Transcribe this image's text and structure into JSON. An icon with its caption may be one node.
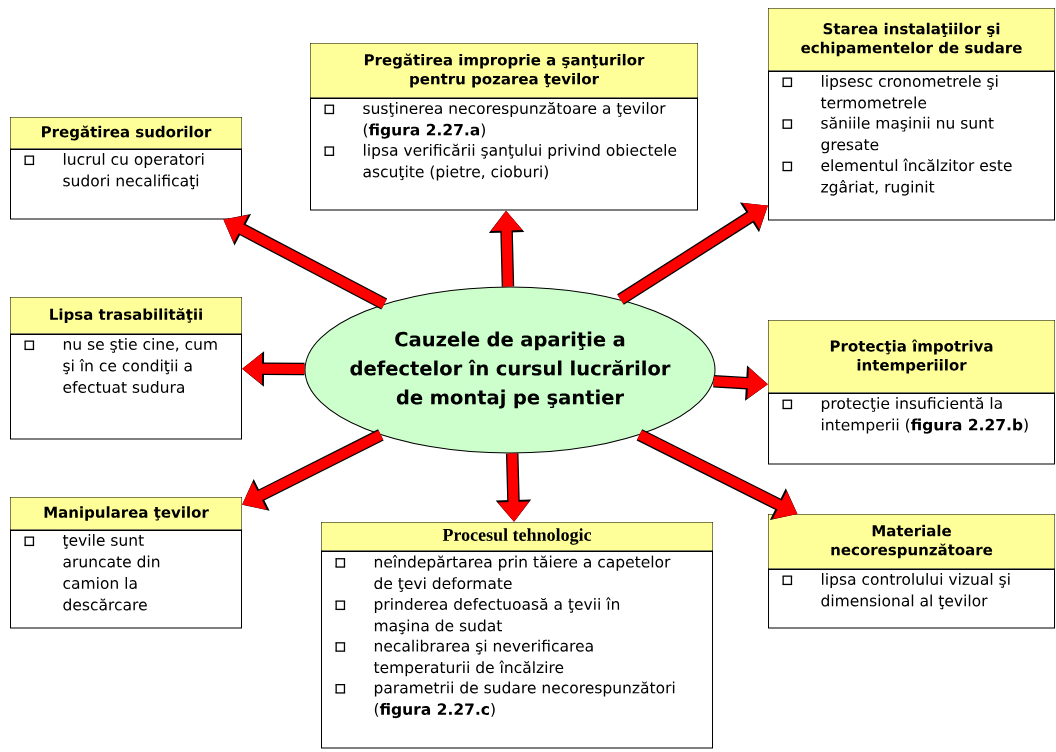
{
  "diagram": {
    "nodes": [
      {
        "text": [
          "Cauzele de apariţie a defectelor în cursul lucrărilor de montaj pe şantier"
        ]
      },
      {
        "text": [
          "Pregătirea improprie a şanţurilor pentru pozarea ţevilor",
          "susţinerea necorespunzătoare a ţevilor (**figura 2.27.a**)",
          "lipsa verificării şanţului privind obiectele ascuţite (pietre, cioburi)"
        ]
      },
      {
        "text": [
          "Starea instalaţiilor şi echipamentelor de sudare",
          "lipsesc cronometrele şi termometrele",
          "săniile maşinii nu sunt gresate",
          "elementul încălzitor este zgâriat, ruginit"
        ]
      },
      {
        "text": [
          "Pregătirea sudorilor",
          "lucrul cu operatori sudori necalificaţi"
        ]
      },
      {
        "text": [
          "Lipsa trasabilităţii",
          "nu se ştie cine, cum şi în ce condiţii a efectuat sudura"
        ]
      },
      {
        "text": [
          "Protecţia împotriva intemperiilor",
          "protecţie insuficientă la intemperii (**figura 2.27.b**)"
        ]
      },
      {
        "text": [
          "Manipularea ţevilor",
          "ţevile sunt aruncate din camion la descărcare"
        ]
      },
      {
        "text": [
          "Procesul tehnologic",
          "neîndepărtarea prin tăiere a capetelor de ţevi deformate",
          "prinderea defectuoasă a ţevii în maşina de sudat",
          "necalibrarea şi neverificarea temperaturii de încălzire",
          "parametrii de sudare necorespunzători (**figura 2.27.c**)"
        ]
      },
      {
        "text": [
          "Materiale necorespunzătoare",
          "lipsa controlului vizual şi dimensional al ţevilor"
        ]
      }
    ],
    "edges": [
      {
        "from": 0,
        "to": 1,
        "arrow": "to"
      },
      {
        "from": 0,
        "to": 2,
        "arrow": "to"
      },
      {
        "from": 0,
        "to": 3,
        "arrow": "to"
      },
      {
        "from": 0,
        "to": 4,
        "arrow": "to"
      },
      {
        "from": 0,
        "to": 5,
        "arrow": "to"
      },
      {
        "from": 0,
        "to": 6,
        "arrow": "to"
      },
      {
        "from": 0,
        "to": 7,
        "arrow": "to"
      },
      {
        "from": 0,
        "to": 8,
        "arrow": "to"
      }
    ]
  }
}
